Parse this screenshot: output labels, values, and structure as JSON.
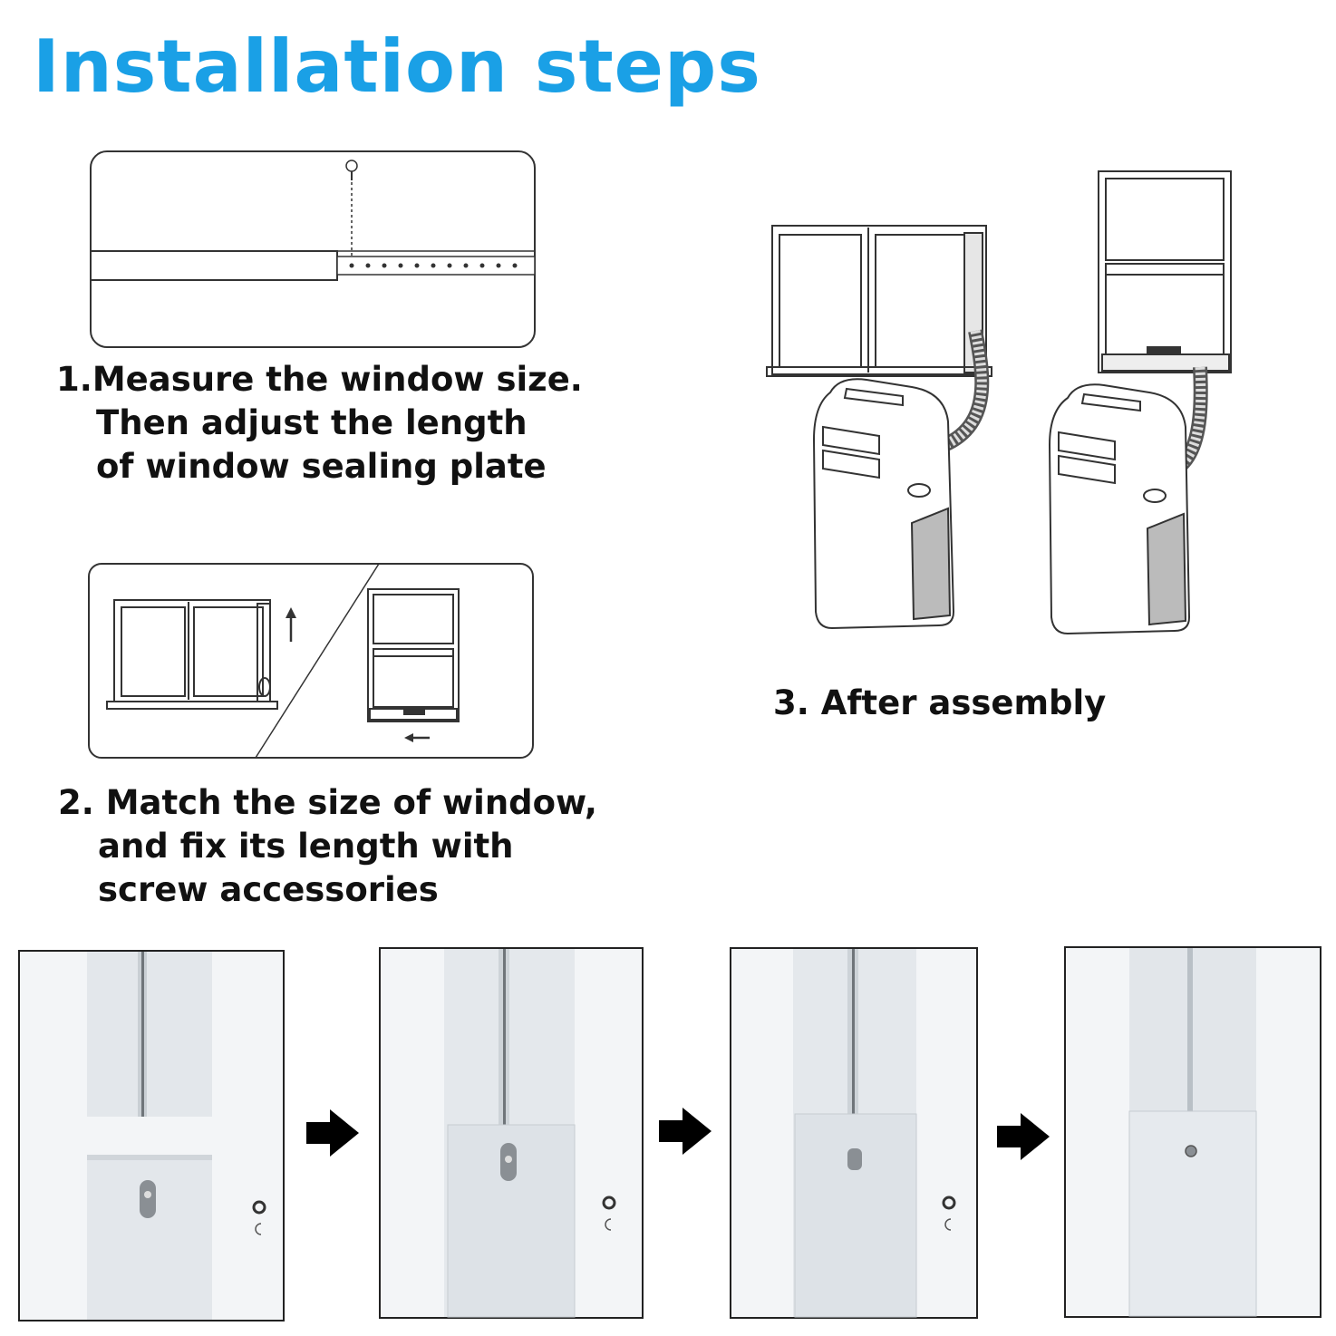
{
  "title": "Installation steps",
  "accent_color": "#1aa0e6",
  "steps": [
    {
      "number": "1.",
      "lines": [
        "Measure the window size.",
        "Then adjust the length",
        "of window sealing plate"
      ]
    },
    {
      "number": "2.",
      "lines": [
        "Match the size of window,",
        "and fix its length with",
        "screw accessories"
      ]
    },
    {
      "number": "3.",
      "lines": [
        "After assembly"
      ]
    }
  ],
  "photo_sequence": {
    "panels": [
      "photo-panel-separated",
      "photo-panel-inserted",
      "photo-panel-slid",
      "photo-panel-fixed"
    ],
    "connector_icon": "right-arrow-icon"
  }
}
